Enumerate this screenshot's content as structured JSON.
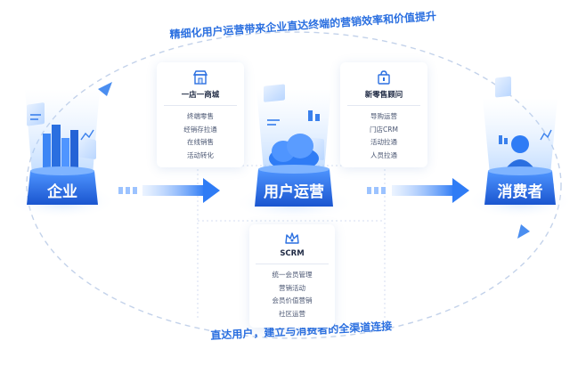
{
  "curve_top_text": "精细化用户运营带来企业直达终端的营销效率和价值提升",
  "curve_bottom_text": "直达用户，建立与消费者的全渠道连接",
  "nodes": {
    "enterprise": "企业",
    "platform": "用户运营",
    "consumer": "消费者"
  },
  "cards": {
    "mall": {
      "title": "一店一商城",
      "items": [
        "终端零售",
        "经销存拉通",
        "在线销售",
        "活动转化"
      ]
    },
    "advisor": {
      "title": "新零售顾问",
      "items": [
        "导购运营",
        "门店CRM",
        "活动拉通",
        "人员拉通"
      ]
    },
    "scrm": {
      "title": "SCRM",
      "items": [
        "统一会员管理",
        "营销活动",
        "会员价值营销",
        "社区运营"
      ]
    }
  },
  "colors": {
    "accent": "#2a6fe0",
    "platform_blue": "#1e5fd8",
    "card_border": "#e3e8f2"
  },
  "icons": {
    "mall": "store-icon",
    "advisor": "shopping-bag-icon",
    "scrm": "crown-icon"
  }
}
